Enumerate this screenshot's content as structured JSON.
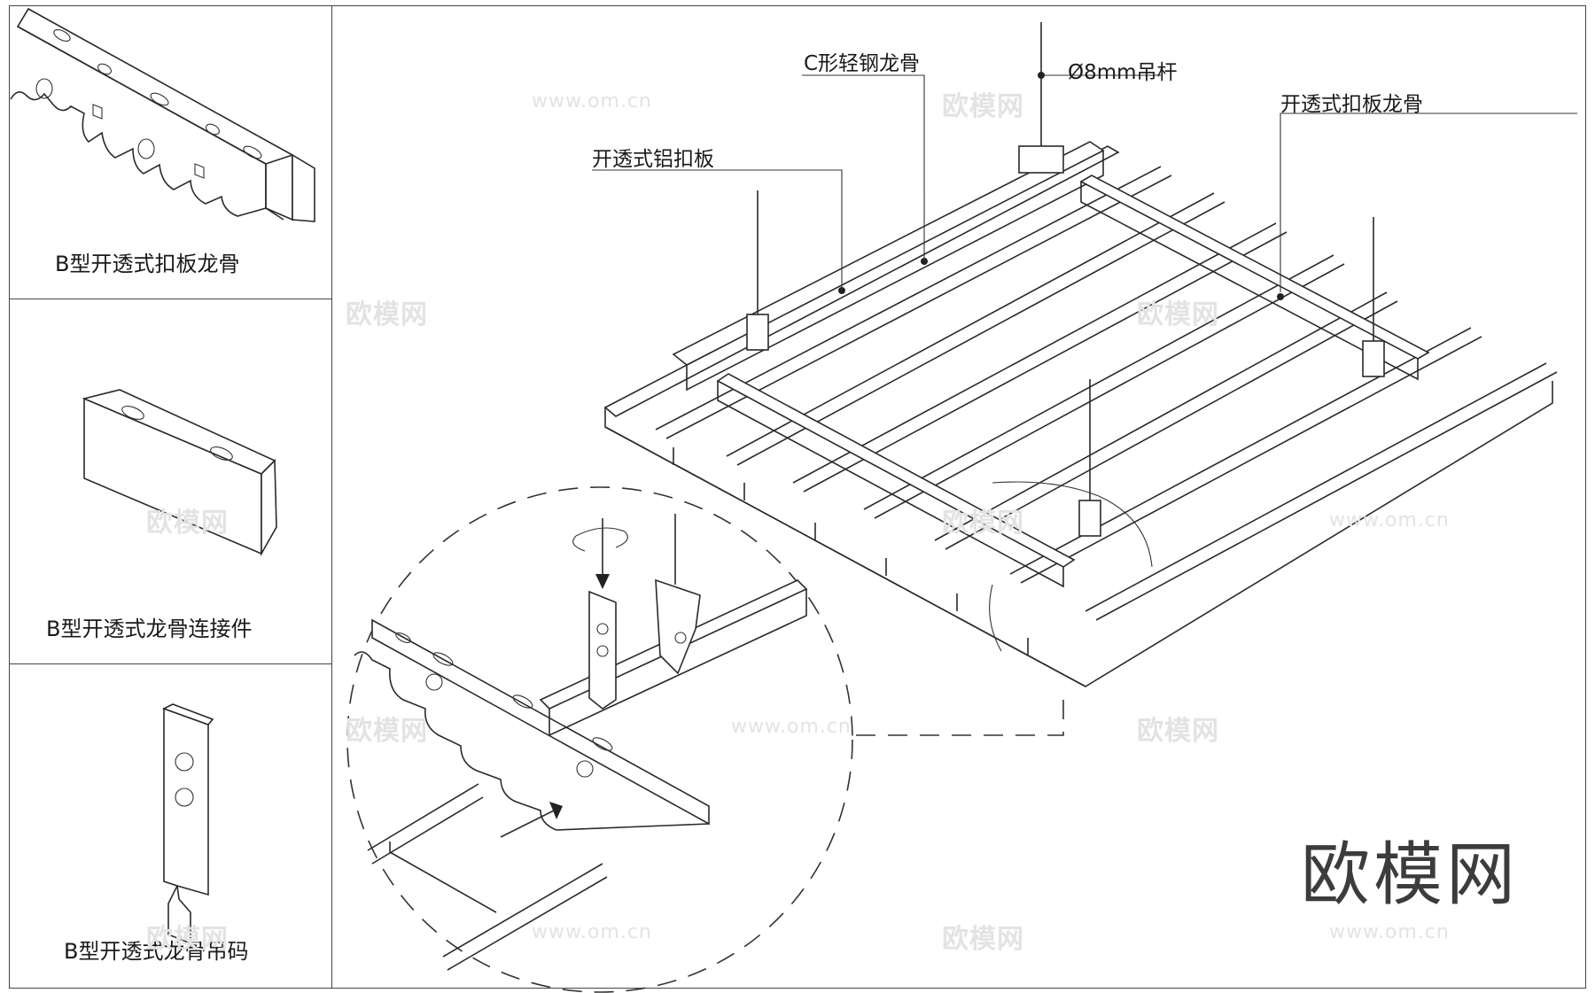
{
  "left_panels": [
    {
      "caption": "B型开透式扣板龙骨"
    },
    {
      "caption": "B型开透式龙骨连接件"
    },
    {
      "caption": "B型开透式龙骨吊码"
    }
  ],
  "main": {
    "callouts": {
      "rod": "Ø8mm吊杆",
      "c_keel": "C形轻钢龙骨",
      "open_keel": "开透式扣板龙骨",
      "al_panel": "开透式铝扣板"
    },
    "brand_watermark": "欧模网"
  },
  "watermarks": {
    "site": "www.om.cn",
    "name": "欧模网"
  },
  "icons": [
    "rotate-arrow-icon",
    "down-arrow-icon",
    "insert-arrow-icon"
  ]
}
